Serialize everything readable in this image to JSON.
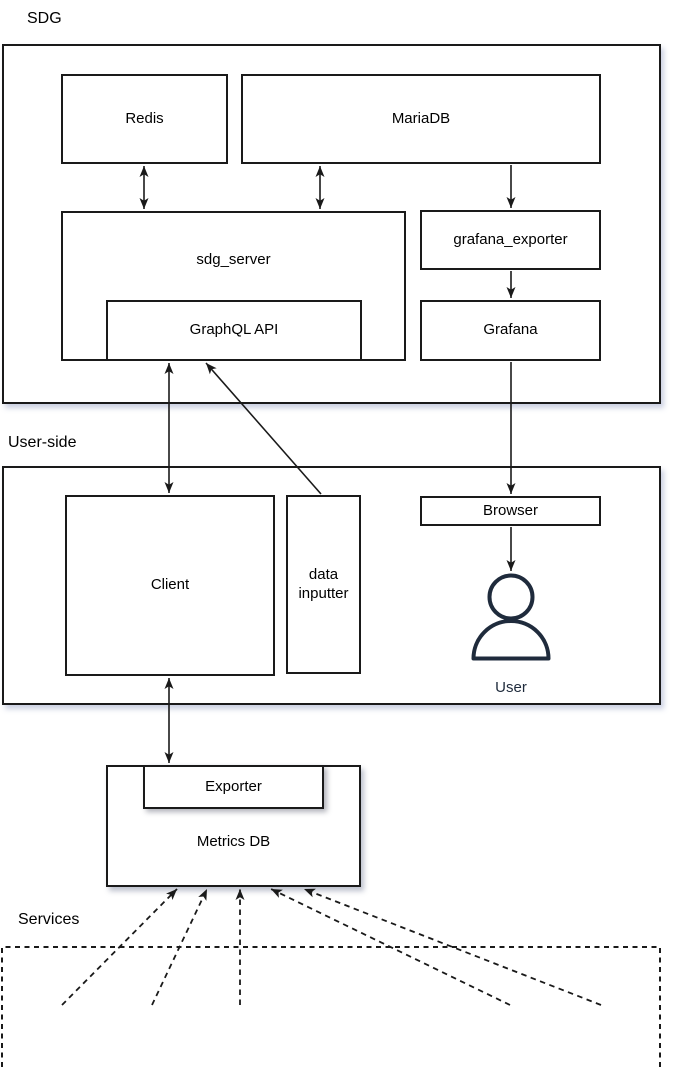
{
  "containers": {
    "sdg": {
      "label": "SDG"
    },
    "user_side": {
      "label": "User-side"
    },
    "services": {
      "label": "Services"
    }
  },
  "nodes": {
    "redis": {
      "label": "Redis"
    },
    "mariadb": {
      "label": "MariaDB"
    },
    "sdg_server": {
      "label": "sdg_server"
    },
    "graphql_api": {
      "label": "GraphQL API"
    },
    "grafana_exporter": {
      "label": "grafana_exporter"
    },
    "grafana": {
      "label": "Grafana"
    },
    "client": {
      "label": "Client"
    },
    "data_inputter": {
      "label": "data inputter"
    },
    "browser": {
      "label": "Browser"
    },
    "user": {
      "label": "User"
    },
    "metrics_db": {
      "label": "Metrics DB"
    },
    "exporter": {
      "label": "Exporter"
    }
  },
  "icons": {
    "user": "person-icon"
  },
  "colors": {
    "stroke": "#1a1a1a",
    "box_fill": "#ffffff",
    "user_icon": "#1f2b3c",
    "container_shadow": "#ccd2e6"
  },
  "connections": [
    {
      "from": "Redis",
      "to": "sdg_server",
      "style": "solid",
      "direction": "both"
    },
    {
      "from": "MariaDB",
      "to": "sdg_server",
      "style": "solid",
      "direction": "both"
    },
    {
      "from": "MariaDB",
      "to": "grafana_exporter",
      "style": "solid",
      "direction": "one-way"
    },
    {
      "from": "grafana_exporter",
      "to": "Grafana",
      "style": "solid",
      "direction": "one-way"
    },
    {
      "from": "Grafana",
      "to": "Browser",
      "style": "solid",
      "direction": "one-way"
    },
    {
      "from": "Browser",
      "to": "User",
      "style": "solid",
      "direction": "one-way"
    },
    {
      "from": "GraphQL API",
      "to": "Client",
      "style": "solid",
      "direction": "both"
    },
    {
      "from": "data inputter",
      "to": "GraphQL API",
      "style": "solid",
      "direction": "one-way"
    },
    {
      "from": "Client",
      "to": "Exporter",
      "style": "solid",
      "direction": "both"
    },
    {
      "from": "Services",
      "to": "Metrics DB",
      "style": "dashed",
      "direction": "one-way",
      "count": 5
    }
  ]
}
